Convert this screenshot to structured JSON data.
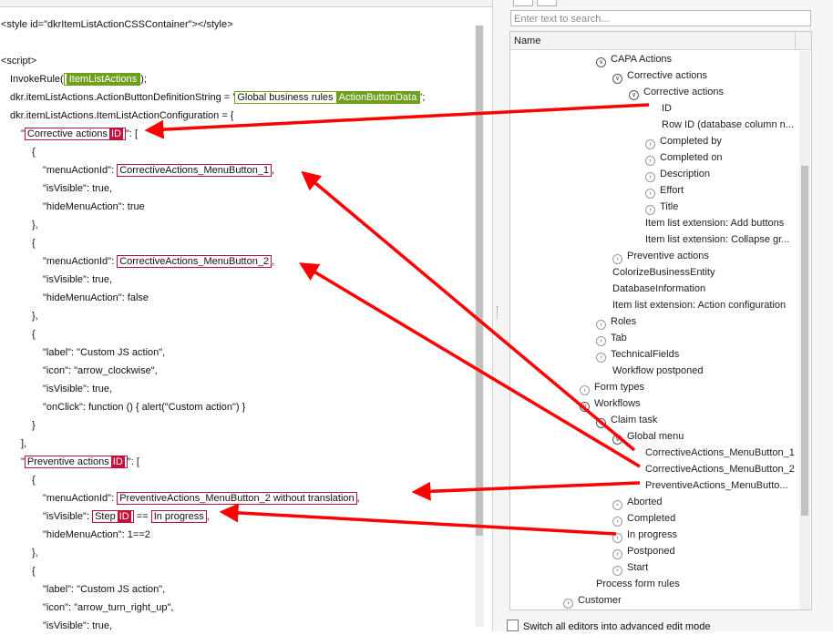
{
  "search": {
    "placeholder": "Enter text to search..."
  },
  "tree": {
    "header": "Name",
    "rows": [
      {
        "label": "CAPA Actions",
        "icon": "collapse-icon"
      },
      {
        "label": "Corrective actions",
        "icon": "collapse-icon"
      },
      {
        "label": "Corrective actions",
        "icon": "collapse-icon"
      },
      {
        "label": "ID",
        "icon": ""
      },
      {
        "label": "Row ID (database column n...",
        "icon": ""
      },
      {
        "label": "Completed by",
        "icon": "expand-icon"
      },
      {
        "label": "Completed on",
        "icon": "expand-icon"
      },
      {
        "label": "Description",
        "icon": "expand-icon"
      },
      {
        "label": "Effort",
        "icon": "expand-icon"
      },
      {
        "label": "Title",
        "icon": "expand-icon"
      },
      {
        "label": "Item list extension: Add buttons",
        "icon": ""
      },
      {
        "label": "Item list extension: Collapse gr...",
        "icon": ""
      },
      {
        "label": "Preventive actions",
        "icon": "expand-icon"
      },
      {
        "label": "ColorizeBusinessEntity",
        "icon": ""
      },
      {
        "label": "DatabaseInformation",
        "icon": ""
      },
      {
        "label": "Item list extension: Action configuration",
        "icon": ""
      },
      {
        "label": "Roles",
        "icon": "expand-icon"
      },
      {
        "label": "Tab",
        "icon": "expand-icon"
      },
      {
        "label": "TechnicalFields",
        "icon": "expand-icon"
      },
      {
        "label": "Workflow postponed",
        "icon": ""
      },
      {
        "label": "Form types",
        "icon": "expand-icon"
      },
      {
        "label": "Workflows",
        "icon": "collapse-icon"
      },
      {
        "label": "Claim task",
        "icon": "collapse-icon"
      },
      {
        "label": "Global menu",
        "icon": "collapse-icon"
      },
      {
        "label": "CorrectiveActions_MenuButton_1",
        "icon": ""
      },
      {
        "label": "CorrectiveActions_MenuButton_2",
        "icon": ""
      },
      {
        "label": "PreventiveActions_MenuButto...",
        "icon": ""
      },
      {
        "label": "Aborted",
        "icon": "expand-icon"
      },
      {
        "label": "Completed",
        "icon": "expand-icon"
      },
      {
        "label": "In progress",
        "icon": "expand-icon"
      },
      {
        "label": "Postponed",
        "icon": "expand-icon"
      },
      {
        "label": "Start",
        "icon": "expand-icon"
      },
      {
        "label": "Process form rules",
        "icon": ""
      },
      {
        "label": "Customer",
        "icon": "expand-icon"
      }
    ]
  },
  "footer": {
    "switch_label": "Switch all editors into advanced edit mode"
  },
  "code": {
    "l1": "<style id=\"dkrItemListActionCSSContainer\"></style>",
    "l2": "<script>",
    "l3a": "InvokeRule(",
    "l3b": "ItemListActions",
    "l3c": ");",
    "l4a": "dkr.itemListActions.ActionButtonDefinitionString = '",
    "l4b": "Global business rules",
    "l4c": "ActionButtonData",
    "l4d": "';",
    "l5": "dkr.itemListActions.ItemListActionConfiguration = {",
    "l6a": "\"",
    "l6b": "Corrective actions",
    "l6c": "ID",
    "l6d": "\": [",
    "l7": "{",
    "l8a": "\"menuActionId\": ",
    "l8b": "CorrectiveActions_MenuButton_1",
    "l8c": ",",
    "l9": "\"isVisible\": true,",
    "l10": "\"hideMenuAction\": true",
    "l11": "},",
    "l12": "{",
    "l13a": "\"menuActionId\": ",
    "l13b": "CorrectiveActions_MenuButton_2",
    "l13c": ",",
    "l14": "\"isVisible\": true,",
    "l15": "\"hideMenuAction\": false",
    "l16": "},",
    "l17": "{",
    "l18": "\"label\": \"Custom JS action\",",
    "l19": "\"icon\": \"arrow_clockwise\",",
    "l20": "\"isVisible\": true,",
    "l21": "\"onClick\": function () { alert(\"Custom action\") }",
    "l22": "}",
    "l23": "],",
    "l24a": "\"",
    "l24b": "Preventive actions",
    "l24c": "ID",
    "l24d": "\": [",
    "l25": "{",
    "l26a": "\"menuActionId\": ",
    "l26b": "PreventiveActions_MenuButton_2 without translation",
    "l26c": ",",
    "l27a": "\"isVisible\": ",
    "l27b": "Step",
    "l27c": "ID",
    "l27d": " == ",
    "l27e": "In progress",
    "l27f": ",",
    "l28": "\"hideMenuAction\": 1==2",
    "l29": "},",
    "l30": "{",
    "l31": "\"label\": \"Custom JS action\",",
    "l32": "\"icon\": \"arrow_turn_right_up\",",
    "l33": "\"isVisible\": true,"
  },
  "colors": {
    "accent_red": "#ff0000",
    "token_red": "#c0143c",
    "token_green": "#6f9f1f"
  }
}
